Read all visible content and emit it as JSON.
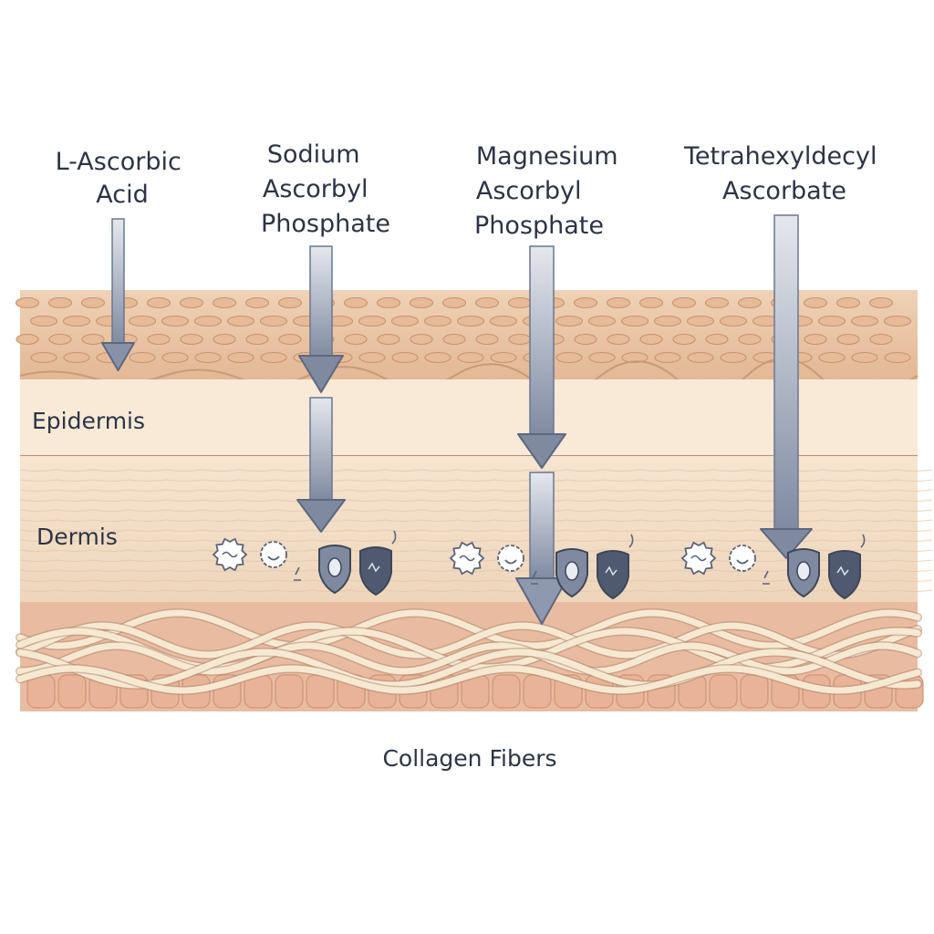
{
  "compounds": [
    {
      "lines": [
        "L-Ascorbic",
        "Acid"
      ]
    },
    {
      "lines": [
        "Sodium",
        "Ascorbyl",
        "Phosphate"
      ]
    },
    {
      "lines": [
        "Magnesium",
        "Ascorbyl",
        "Phosphate"
      ]
    },
    {
      "lines": [
        "Tetrahexyldecyl",
        "Ascorbate"
      ]
    }
  ],
  "layers": {
    "epidermis": "Epidermis",
    "dermis": "Dermis"
  },
  "collagen_label": "Collagen Fibers",
  "colors": {
    "arrow_light": "#c9d0dc",
    "arrow_dark": "#7f8aa0",
    "arrow_outline": "#5d6880",
    "stratum": "#e9c4a4",
    "epidermis": "#f8e8d5",
    "dermis": "#f3ddc5",
    "collagen_bg": "#e8b79c",
    "fiber": "#f6e9d2",
    "icon": "#5a6478"
  }
}
